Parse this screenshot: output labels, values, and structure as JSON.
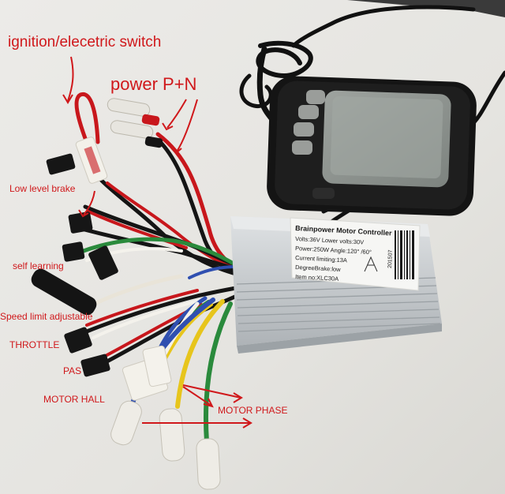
{
  "annotations": {
    "ignition": "ignition/elecetric switch",
    "power": "power P+N",
    "low_brake": "Low level brake",
    "self_learning": "self learning",
    "speed_limit": "Speed limit adjustable",
    "throttle": "THROTTLE",
    "pas": "PAS",
    "motor_hall": "MOTOR HALL",
    "motor_phase": "MOTOR PHASE"
  },
  "controller_label": {
    "title": "Brainpower Motor Controller",
    "line1": "Volts:36V  Lower volts:30V",
    "line2": "Power:250W  Angle:120° /60°",
    "line3": "Current limiting:13A",
    "line4": "DegreeBrake:low",
    "line5": "Item no:XLC30A",
    "side_code": "201507"
  },
  "colors": {
    "annotation": "#d0181b",
    "background": "#e9e8e4",
    "wire_red": "#c8171c",
    "wire_black": "#151515",
    "wire_yellow": "#e7c51c",
    "wire_green": "#2a8a3c",
    "wire_blue": "#2f4fb0",
    "wire_white": "#f4f2ec",
    "controller_body": "#c9cdd0"
  }
}
